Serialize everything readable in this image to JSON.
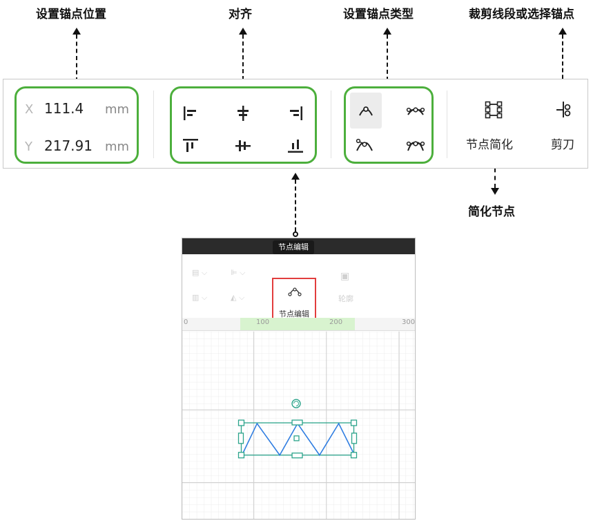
{
  "callouts": {
    "anchor_position": "设置锚点位置",
    "align": "对齐",
    "anchor_type": "设置锚点类型",
    "cut_or_select": "裁剪线段或选择锚点",
    "simplify": "简化节点"
  },
  "toolbar": {
    "x_axis": "X",
    "x_value": "111.4",
    "x_unit": "mm",
    "y_axis": "Y",
    "y_value": "217.91",
    "y_unit": "mm",
    "align_icons": [
      "align-left-icon",
      "align-center-h-icon",
      "align-right-icon",
      "align-top-icon",
      "align-center-v-icon",
      "align-bottom-icon"
    ],
    "anchor_type_icons": [
      "anchor-sharp-icon",
      "anchor-smooth-icon",
      "anchor-corner-icon",
      "anchor-symmetric-icon"
    ],
    "simplify_label": "节点简化",
    "scissors_label": "剪刀"
  },
  "inset": {
    "tooltip": "节点编辑",
    "node_edit_label": "节点编辑",
    "outline_label": "轮廓",
    "ruler_marks": [
      "0",
      "100",
      "200",
      "300"
    ]
  },
  "colors": {
    "group_border": "#4caf3c",
    "highlight_red": "#e23d3d",
    "path_blue": "#2f7de1",
    "selection_teal": "#2aa38a",
    "ruler_highlight": "#d8f3cf"
  }
}
